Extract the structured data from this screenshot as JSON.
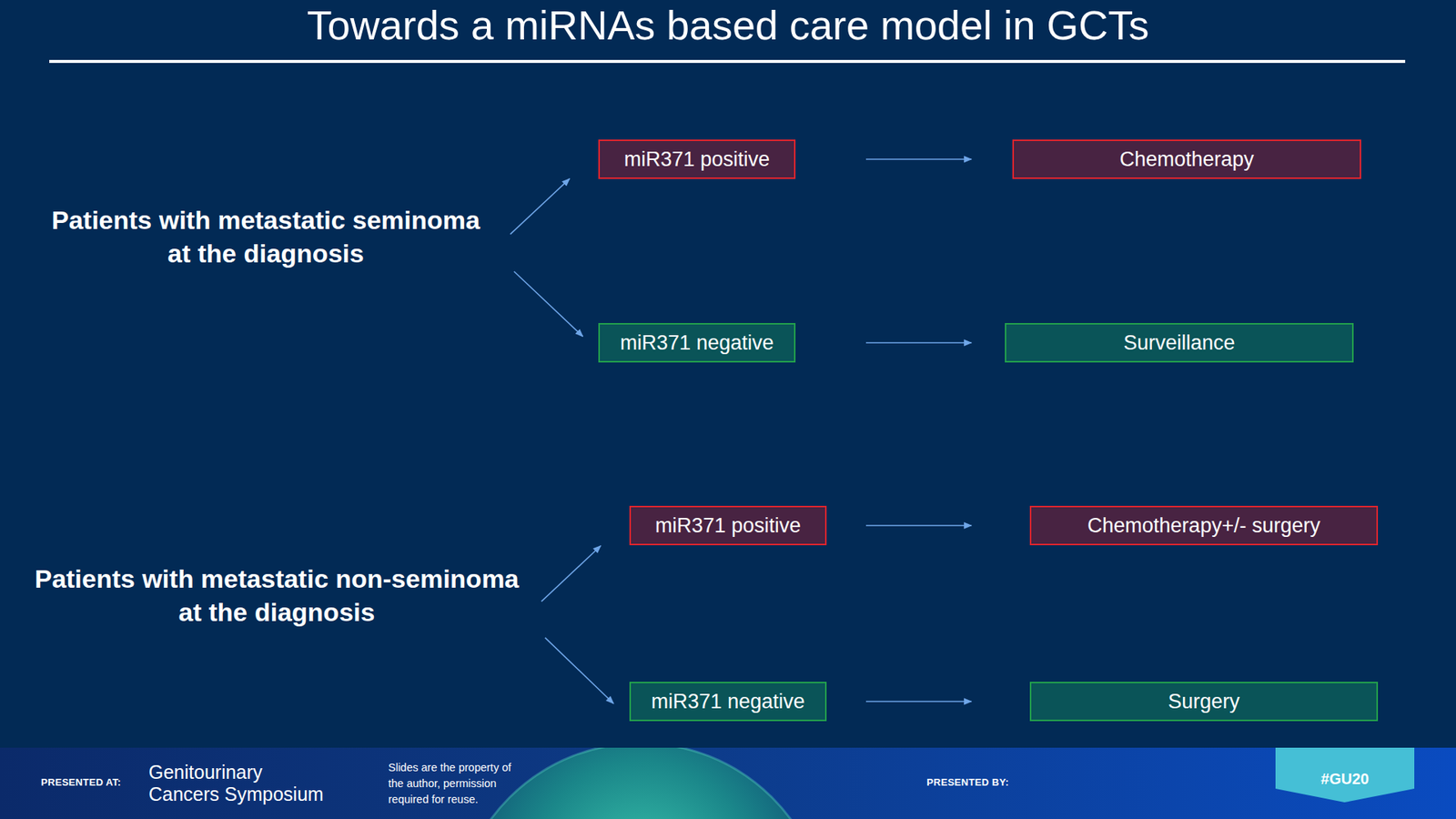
{
  "diagram": {
    "title": "Towards a miRNAs based care model in GCTs",
    "nodes": [
      {
        "text": [
          "Patients with metastatic seminoma at the diagnosis"
        ]
      },
      {
        "text": [
          "miR371 positive"
        ]
      },
      {
        "text": [
          "Chemotherapy"
        ]
      },
      {
        "text": [
          "miR371 negative"
        ]
      },
      {
        "text": [
          "Surveillance"
        ]
      },
      {
        "text": [
          "Patients with metastatic non-seminoma at the diagnosis"
        ]
      },
      {
        "text": [
          "miR371 positive"
        ]
      },
      {
        "text": [
          "Chemotherapy+/- surgery"
        ]
      },
      {
        "text": [
          "miR371 negative"
        ]
      },
      {
        "text": [
          "Surgery"
        ]
      }
    ],
    "edges": [
      {
        "from": 0,
        "to": 1,
        "arrow": "to"
      },
      {
        "from": 1,
        "to": 2,
        "arrow": "to"
      },
      {
        "from": 0,
        "to": 3,
        "arrow": "to"
      },
      {
        "from": 3,
        "to": 4,
        "arrow": "to"
      },
      {
        "from": 5,
        "to": 6,
        "arrow": "to"
      },
      {
        "from": 6,
        "to": 7,
        "arrow": "to"
      },
      {
        "from": 5,
        "to": 8,
        "arrow": "to"
      },
      {
        "from": 8,
        "to": 9,
        "arrow": "to"
      }
    ],
    "labels": [
      "PRESENTED AT:",
      "Genitourinary Cancers Symposium",
      "Slides are the property of the author, permission required for reuse.",
      "PRESENTED BY:",
      "#GU20"
    ]
  }
}
